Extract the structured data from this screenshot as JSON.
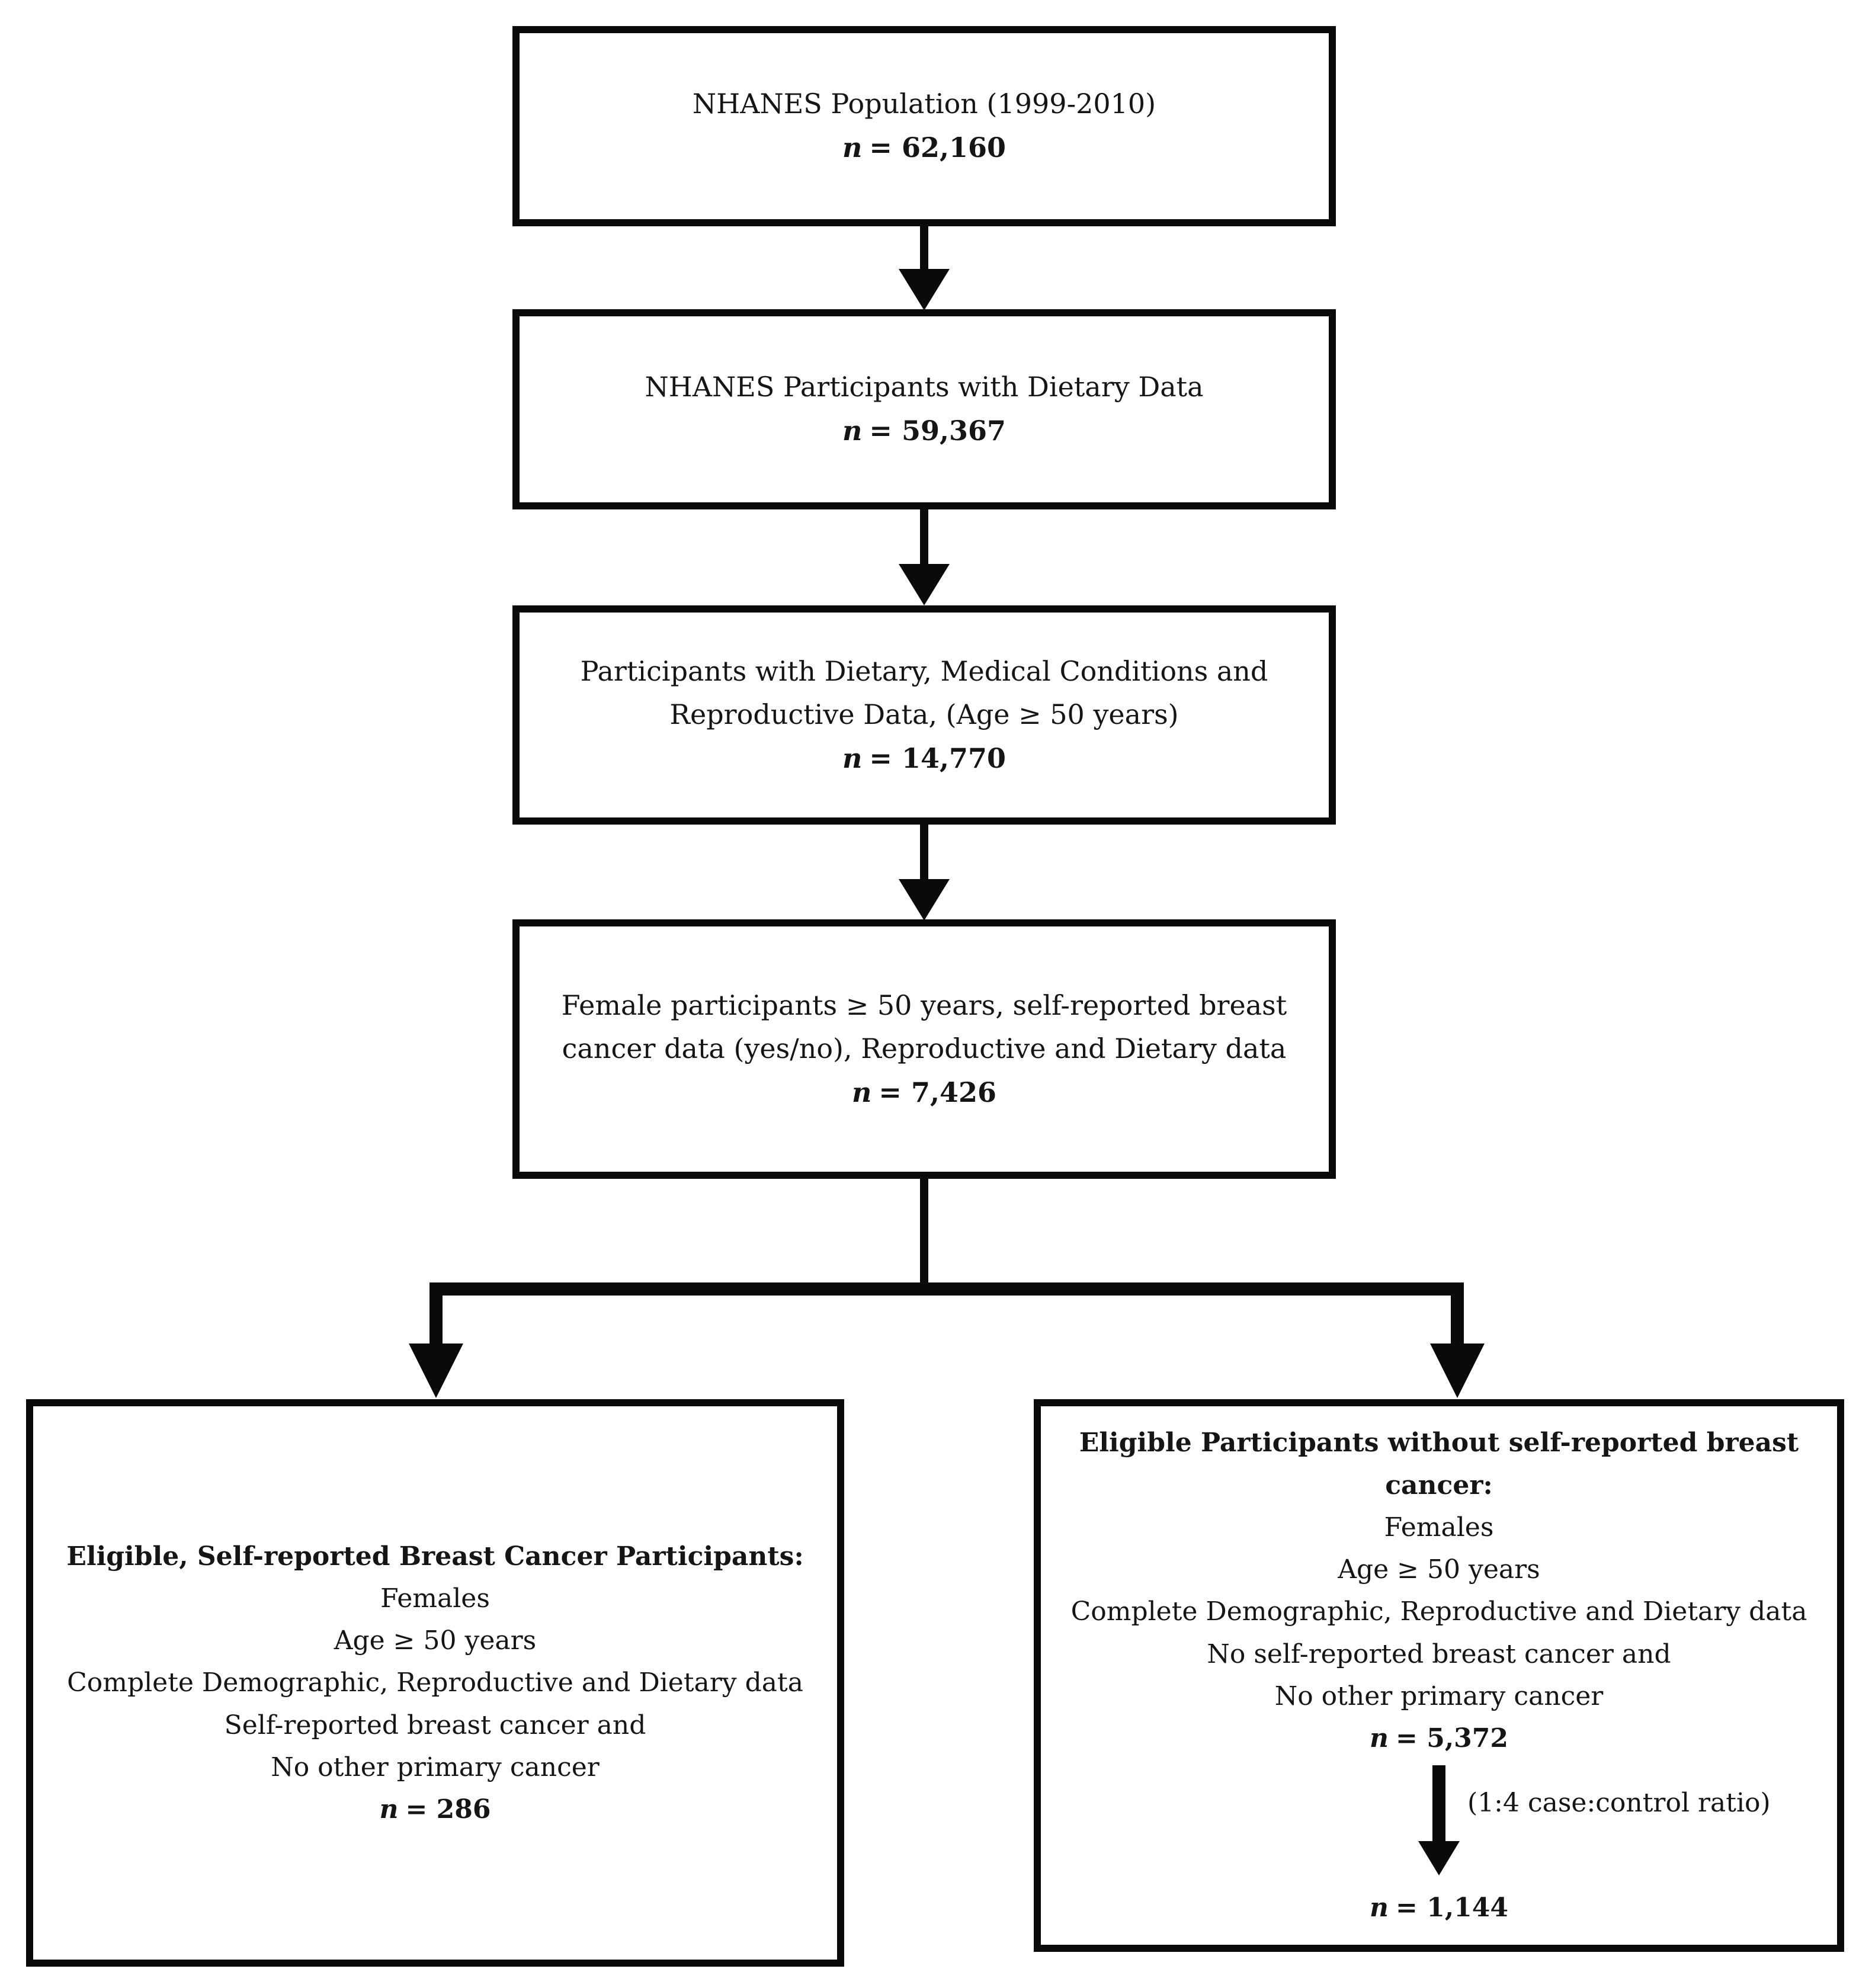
{
  "colors": {
    "line": "#0a0a0a",
    "text": "#151515",
    "background": "#ffffff"
  },
  "boxes": {
    "population": {
      "line1": "NHANES Population (1999-2010)",
      "n_sym": "n",
      "n_value": "= 62,160"
    },
    "dietary": {
      "line1": "NHANES Participants with Dietary Data",
      "n_sym": "n",
      "n_value": "= 59,367"
    },
    "age50": {
      "line1": "Participants with Dietary, Medical Conditions and",
      "line2": "Reproductive Data, (Age ≥ 50 years)",
      "n_sym": "n",
      "n_value": "= 14,770"
    },
    "female": {
      "line1": "Female participants ≥ 50 years, self-reported breast",
      "line2": "cancer data (yes/no), Reproductive and Dietary data",
      "n_sym": "n",
      "n_value": "= 7,426"
    },
    "cases": {
      "title": "Eligible, Self-reported Breast Cancer Participants:",
      "line1": "Females",
      "line2": "Age ≥ 50 years",
      "line3": "Complete Demographic, Reproductive and Dietary data",
      "line4": "Self-reported breast cancer and",
      "line5": "No other primary cancer",
      "n_sym": "n",
      "n_value": "= 286"
    },
    "controls": {
      "title": "Eligible Participants without self-reported breast cancer:",
      "line1": "Females",
      "line2": "Age ≥ 50 years",
      "line3": "Complete Demographic, Reproductive and Dietary data",
      "line4": "No self-reported breast cancer and",
      "line5": "No other primary cancer",
      "n_sym": "n",
      "n_value": "= 5,372",
      "ratio_label": "(1:4 case:control ratio)",
      "n2_sym": "n",
      "n2_value": "= 1,144"
    }
  }
}
